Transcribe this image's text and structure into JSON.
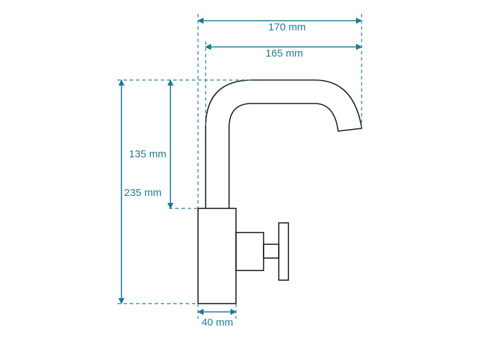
{
  "colors": {
    "dimension": "#1f7a96",
    "outline": "#1a1a1a",
    "background": "#ffffff"
  },
  "dimensions": {
    "width_outer": "170 mm",
    "width_spout": "165 mm",
    "height_spout": "135 mm",
    "height_total": "235 mm",
    "base_width": "40 mm"
  }
}
